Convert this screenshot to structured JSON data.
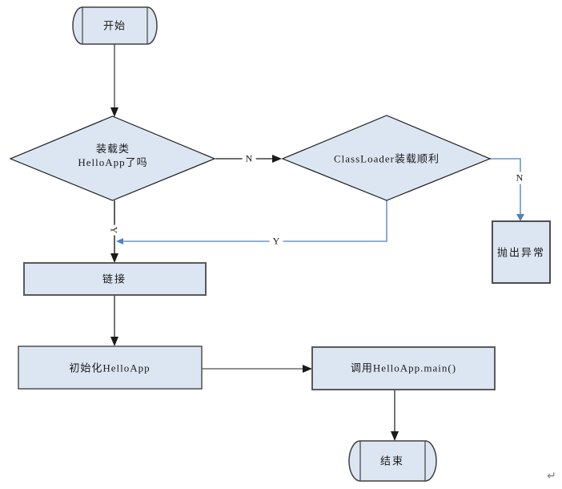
{
  "diagram": {
    "colors": {
      "node_fill": "#dce6f2",
      "rect_border": "#595959",
      "diamond_border": "#1a1a1a",
      "terminator_border": "#404040",
      "connector_black": "#2b2b2b",
      "connector_gray": "#808080",
      "connector_blue": "#6a96cc",
      "arrow_blue": "#4f81bd",
      "edge_label_color": "#1a1a1a",
      "paragraph_mark_color": "#808080"
    },
    "nodes": {
      "start": {
        "label": "开始"
      },
      "load_class": {
        "line1": "装载类",
        "line2": "HelloApp了吗"
      },
      "classloader_ok": {
        "label": "ClassLoader装载顺利"
      },
      "throw_exception": {
        "label": "抛出异常"
      },
      "link": {
        "label": "链接"
      },
      "init_helloapp": {
        "label": "初始化HelloApp"
      },
      "call_main": {
        "label": "调用HelloApp.main()"
      },
      "end": {
        "label": "结束"
      }
    },
    "edge_labels": {
      "load_class_no": "N",
      "classloader_no": "N",
      "classloader_yes": "Y",
      "load_class_yes": "Y"
    },
    "paragraph_mark": "↵"
  }
}
